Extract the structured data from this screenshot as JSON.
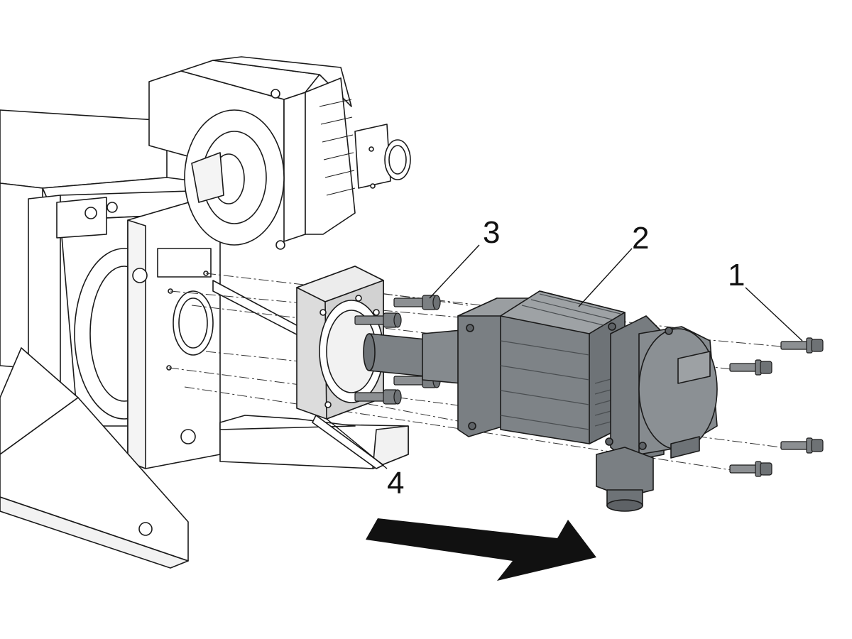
{
  "callouts": [
    {
      "id": "1",
      "label": "1"
    },
    {
      "id": "2",
      "label": "2"
    },
    {
      "id": "3",
      "label": "3"
    },
    {
      "id": "4",
      "label": "4"
    }
  ],
  "colors": {
    "line": "#1a1a1a",
    "motor_dark": "#6e7377",
    "motor_mid": "#84898d",
    "motor_light": "#9ea2a5",
    "flange": "#d8d8d8",
    "screw": "#8c8f92",
    "arrow": "#111111"
  },
  "icons": [
    "direction-arrow-icon"
  ]
}
